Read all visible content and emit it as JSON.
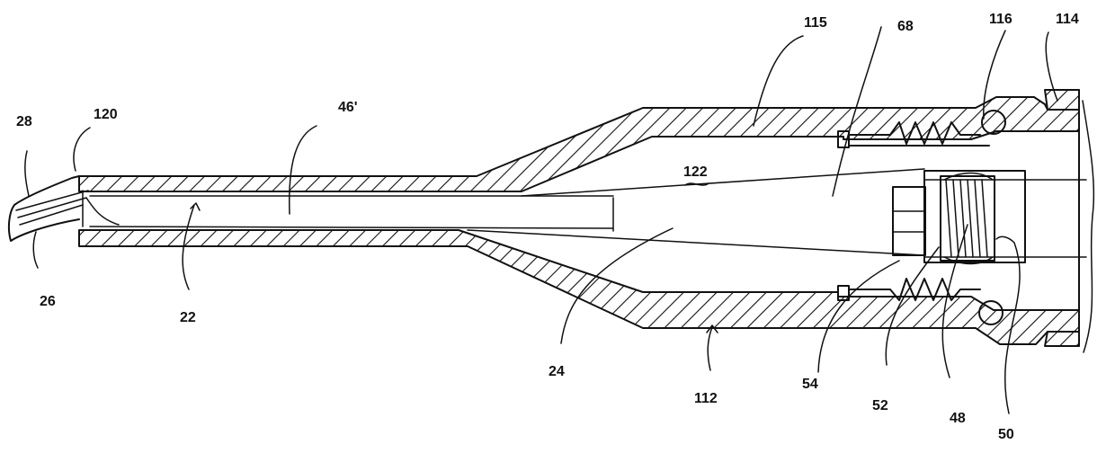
{
  "figure": {
    "labels": {
      "l28": "28",
      "l120": "120",
      "l46p": "46'",
      "l115": "115",
      "l68": "68",
      "l116": "116",
      "l114": "114",
      "l122": "122",
      "l26": "26",
      "l22": "22",
      "l24": "24",
      "l112": "112",
      "l54": "54",
      "l52": "52",
      "l48": "48",
      "l50": "50"
    }
  }
}
